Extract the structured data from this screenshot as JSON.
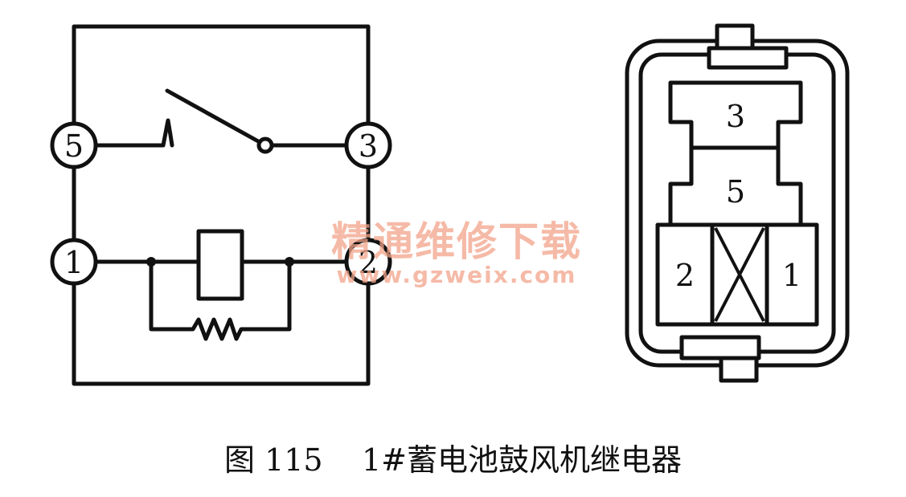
{
  "circuit": {
    "terminals": [
      "5",
      "3",
      "1",
      "2"
    ]
  },
  "connector": {
    "pins": [
      "3",
      "5",
      "2",
      "1"
    ]
  },
  "watermark": {
    "text": "精通维修下载",
    "url": "www.gzweix.com"
  },
  "caption": {
    "figure": "图 115",
    "title": "1#蓄电池鼓风机继电器"
  }
}
